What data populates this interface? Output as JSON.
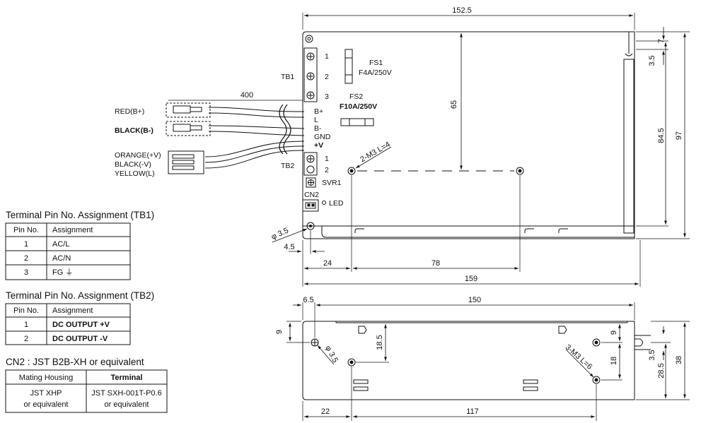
{
  "top_view": {
    "dims": {
      "width_total": "152.5",
      "mount_spacing_h": "65",
      "mount_v_1": "84.5",
      "height_total": "97",
      "top_7": "7",
      "top_3_5": "3.5",
      "hole_dia": "φ 3.5",
      "edge_4_5": "4.5",
      "pitch_24": "24",
      "pitch_78": "78",
      "overall_159": "159",
      "screw": "2-M3 L=4"
    },
    "tb1": {
      "label": "TB1",
      "pins": [
        "1",
        "2",
        "3"
      ]
    },
    "fs1": {
      "label": "FS1",
      "rating": "F4A/250V"
    },
    "fs2": {
      "label": "FS2",
      "rating": "F10A/250V"
    },
    "wires": {
      "length": "400",
      "red": "RED(B+)",
      "black": "BLACK(B-)",
      "orange": "ORANGE(+V)",
      "black_v": "BLACK(-V)",
      "yellow": "YELLOW(L)"
    },
    "terminals": [
      "B+",
      "L",
      "B-",
      "GND",
      "+V"
    ],
    "tb2": {
      "label": "TB2",
      "pins": [
        "1",
        "2"
      ]
    },
    "svr1": "SVR1",
    "cn2": "CN2",
    "led": "LED"
  },
  "side_view": {
    "dims": {
      "d6_5": "6.5",
      "d150": "150",
      "d9_left": "9",
      "d18_5": "18.5",
      "d9_right": "9",
      "d18": "18",
      "d3_5": "3.5",
      "d28_5": "28.5",
      "d38": "38",
      "d22": "22",
      "d117": "117",
      "hole_dia": "φ 3.5",
      "screw": "3-M3 L=6"
    }
  },
  "tables": {
    "tb1": {
      "title": "Terminal Pin No. Assignment (TB1)",
      "headers": [
        "Pin No.",
        "Assignment"
      ],
      "rows": [
        [
          "1",
          "AC/L"
        ],
        [
          "2",
          "AC/N"
        ],
        [
          "3",
          "FG ⏚"
        ]
      ]
    },
    "tb2": {
      "title": "Terminal Pin No. Assignment (TB2)",
      "headers": [
        "Pin No.",
        "Assignment"
      ],
      "rows": [
        [
          "1",
          "DC OUTPUT +V"
        ],
        [
          "2",
          "DC OUTPUT -V"
        ]
      ]
    },
    "cn2": {
      "title": "CN2 : JST B2B-XH or equivalent",
      "headers": [
        "Mating Housing",
        "Terminal"
      ],
      "row": [
        "JST XHP",
        "or equivalent",
        "JST SXH-001T-P0.6",
        "or equivalent"
      ]
    }
  }
}
